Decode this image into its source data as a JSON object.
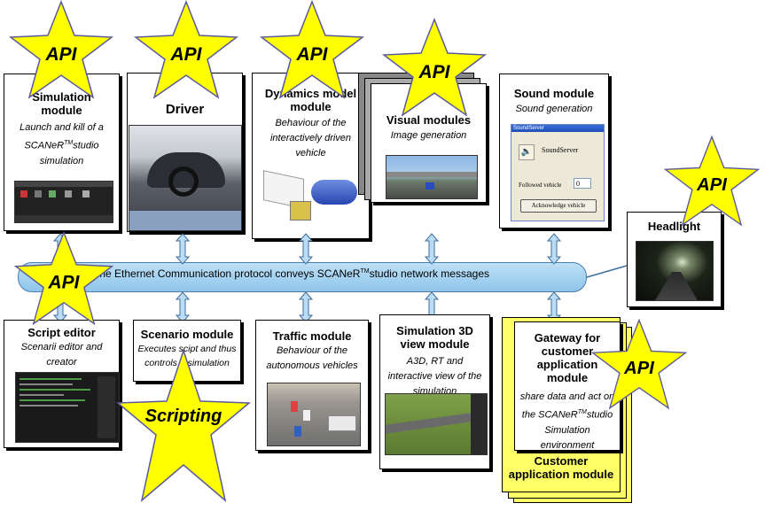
{
  "bus": {
    "text_before": "The Ethernet Communication protocol conveys SCANeR",
    "tm": "TM",
    "text_after": "studio network messages"
  },
  "stars": {
    "api": "API",
    "scripting": "Scripting"
  },
  "modules": {
    "simulation": {
      "title": "Simulation module",
      "desc_1": "Launch and kill of a",
      "desc_2_before": "SCANeR",
      "desc_2_tm": "TM",
      "desc_2_after": "studio",
      "desc_3": "simulation"
    },
    "driver": {
      "title": "Driver"
    },
    "dynamics": {
      "title": "Dynamics model module",
      "desc": "Behaviour of the interactively driven vehicle"
    },
    "visual": {
      "title": "Visual modules",
      "desc": "Image generation"
    },
    "sound": {
      "title": "Sound module",
      "desc": "Sound generation",
      "window_title": "SoundServer",
      "server_label": "SoundServer",
      "followed_label": "Followed vehicle",
      "followed_value": "0",
      "ack_button": "Acknowledge vehicle"
    },
    "headlight": {
      "title": "Headlight"
    },
    "script_editor": {
      "title": "Script editor",
      "desc": "Scenarii editor and creator"
    },
    "scenario": {
      "title": "Scenario module",
      "desc": "Executes scipt and thus controls a simulation"
    },
    "traffic": {
      "title": "Traffic module",
      "desc": "Behaviour of the autonomous vehicles"
    },
    "sim3d": {
      "title": "Simulation 3D view module",
      "desc": "A3D, RT and interactive view of the simulation"
    },
    "gateway": {
      "title": "Gateway for customer application module",
      "desc_1": "share data and act on",
      "desc_2_before": "the SCANeR",
      "desc_2_tm": "TM",
      "desc_2_after": "studio",
      "desc_3": "Simulation environment"
    },
    "customer": {
      "title": "Customer application module"
    }
  },
  "colors": {
    "star_fill": "#ffff00",
    "star_stroke": "#5a5a9a",
    "bus_fill": "#a8d4f0",
    "customer_fill": "#ffff66",
    "arrow_fill": "#bcdcf4"
  }
}
